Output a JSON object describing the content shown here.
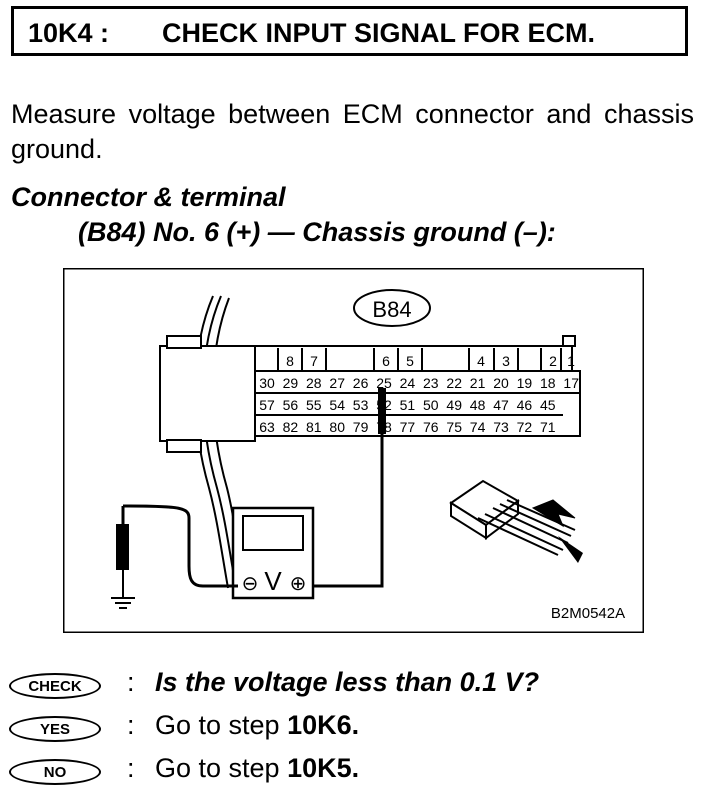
{
  "header": {
    "step_number": "10K4 :",
    "title": "CHECK INPUT SIGNAL FOR ECM."
  },
  "instruction": "Measure voltage between ECM connector and chassis ground.",
  "connector_terminal": {
    "heading": "Connector & terminal",
    "detail": "(B84) No. 6 (+) — Chassis ground (–):"
  },
  "diagram": {
    "connector_label": "B84",
    "figure_code": "B2M0542A",
    "top_row_numbers": [
      "8",
      "7",
      "6",
      "5",
      "4",
      "3",
      "2",
      "1"
    ],
    "row2_numbers": [
      "30",
      "29",
      "28",
      "27",
      "26",
      "25",
      "24",
      "23",
      "22",
      "21",
      "20",
      "19",
      "18",
      "17"
    ],
    "row3_numbers": [
      "57",
      "56",
      "55",
      "54",
      "53",
      "52",
      "51",
      "50",
      "49",
      "48",
      "47",
      "46",
      "45"
    ],
    "row4_numbers": [
      "63",
      "82",
      "81",
      "80",
      "79",
      "78",
      "77",
      "76",
      "75",
      "74",
      "73",
      "72",
      "71"
    ],
    "voltmeter_symbol": "V",
    "minus_symbol": "⊖",
    "plus_symbol": "⊕"
  },
  "decision": {
    "check_badge": "CHECK",
    "yes_badge": "YES",
    "no_badge": "NO",
    "colon": ":",
    "question": "Is the voltage less than 0.1 V?",
    "go_to": "Go to step",
    "yes_step": "10K6.",
    "no_step": "10K5."
  }
}
